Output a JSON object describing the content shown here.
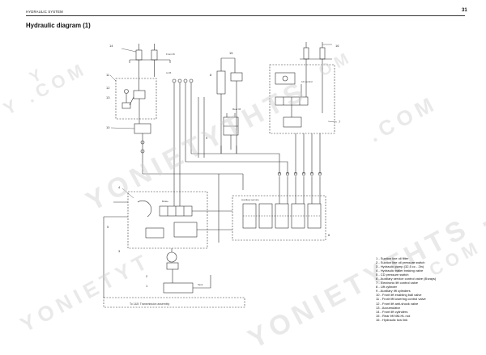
{
  "header": {
    "section": "HYDRAULIC SYSTEM",
    "page_number": "31"
  },
  "title": "Hydraulic diagram (1)",
  "watermark": {
    "wm1": "YONIETYTHTS",
    "wm2": "YONIETYTHTS .COM",
    "wm3": ".COM",
    "wm4": "YONIETYT",
    "wm5": "Y .COM",
    "wm6": ".COM",
    "wm7": "OM",
    "wm8": "Y"
  },
  "legend": [
    "1 - Suction line oil filter",
    "2 - Suction line oil pressure switch",
    "3 - Hydraulic pump (32,5 cc - 2in)",
    "4 - Hydraulic trailer braking valve",
    "5 - CD pressure switch",
    "6 - Auxiliary service control valve (8 ways)",
    "7 - Electronic lift control valve",
    "8 - Lift cylinder",
    "9 - Auxiliary lift cylinders",
    "10 - Front lift enabling ball valve",
    "11 - Front lift lowering control valve",
    "12 - Front lift anti-shock valve",
    "13 - Accumulator",
    "14 - Front lift cylinders",
    "15 - Rear lift NM-HL rod",
    "16 - Hydraulic tow link"
  ],
  "callouts": {
    "c1": "1",
    "c2": "2",
    "c3": "3",
    "c4": "4",
    "c5": "5",
    "c6": "6",
    "c7": "7",
    "c8": "8",
    "c9": "9",
    "c10": "10",
    "c11": "11",
    "c12": "12",
    "c13": "13",
    "c14": "14",
    "c15": "15",
    "c16": "16"
  },
  "labels": {
    "front_lift": "Front lift",
    "brake": "Brake",
    "to_lift": "to lift",
    "aux": "Auxiliary service",
    "rear": "Rear lift",
    "control": "Lift control",
    "tank": "Tank",
    "bottom": "To 1&5: Transmission assembly"
  }
}
